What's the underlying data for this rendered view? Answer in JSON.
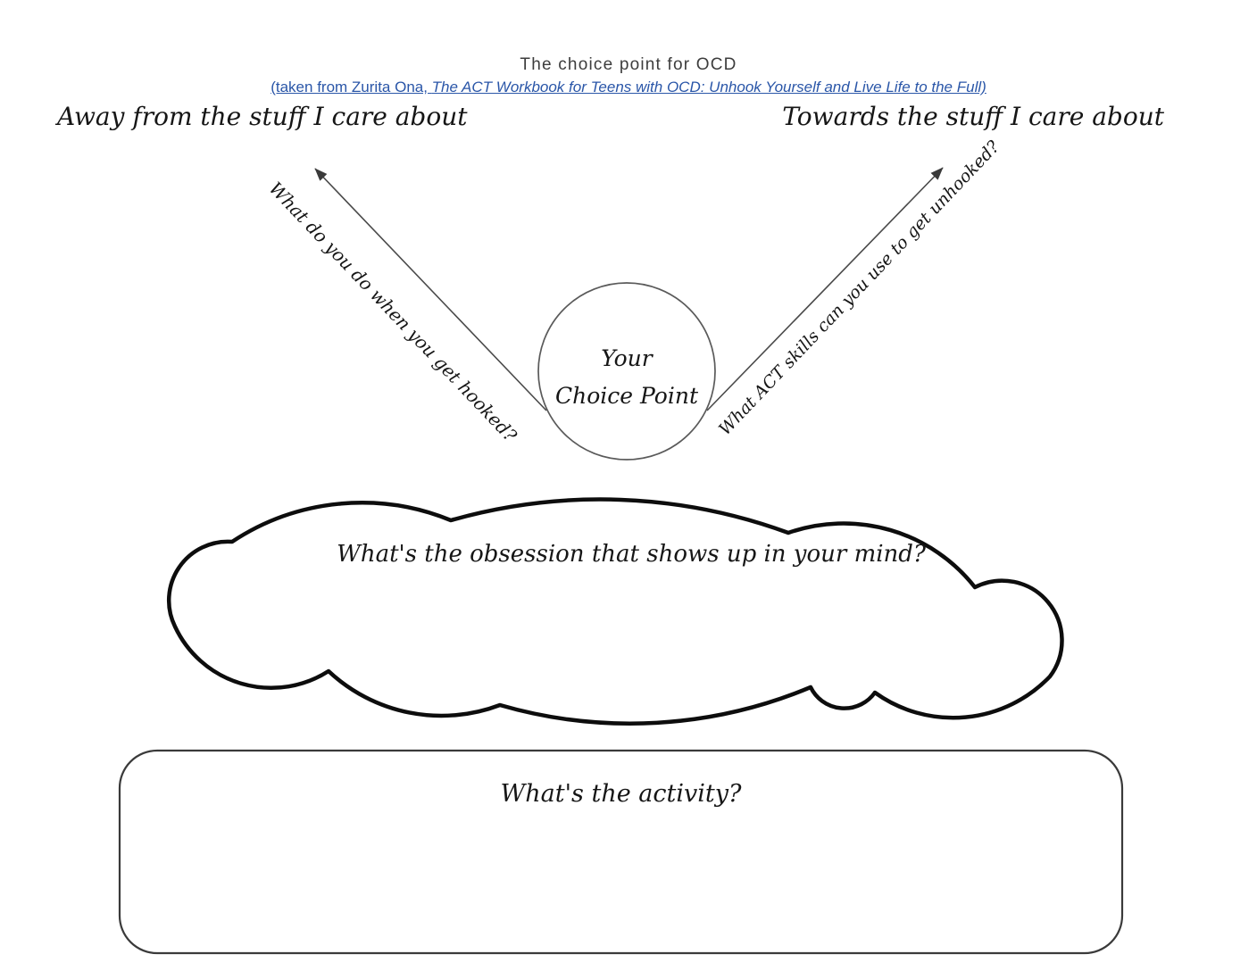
{
  "page": {
    "title": "The choice point for OCD",
    "source_link": {
      "prefix": "(taken from Zurita Ona, ",
      "book_title": "The ACT Workbook for Teens with OCD: Unhook Yourself and Live Life to the Full)"
    }
  },
  "labels": {
    "away": "Away from the stuff I care about",
    "towards": "Towards the stuff I care about"
  },
  "arrows": {
    "left_question": "What do you do when you get hooked?",
    "right_question": "What ACT skills can you use to get unhooked?"
  },
  "choice_circle": {
    "line1": "Your",
    "line2": "Choice Point"
  },
  "cloud": {
    "question": "What's the obsession that shows up in your mind?"
  },
  "activity_box": {
    "question": "What's the activity?"
  },
  "colors": {
    "link_blue": "#2a56a8",
    "ink_black": "#161616",
    "outline_black": "#0d0d0d",
    "line_gray": "#4a4a4a",
    "title_gray": "#3d3d3d",
    "background": "#ffffff"
  }
}
